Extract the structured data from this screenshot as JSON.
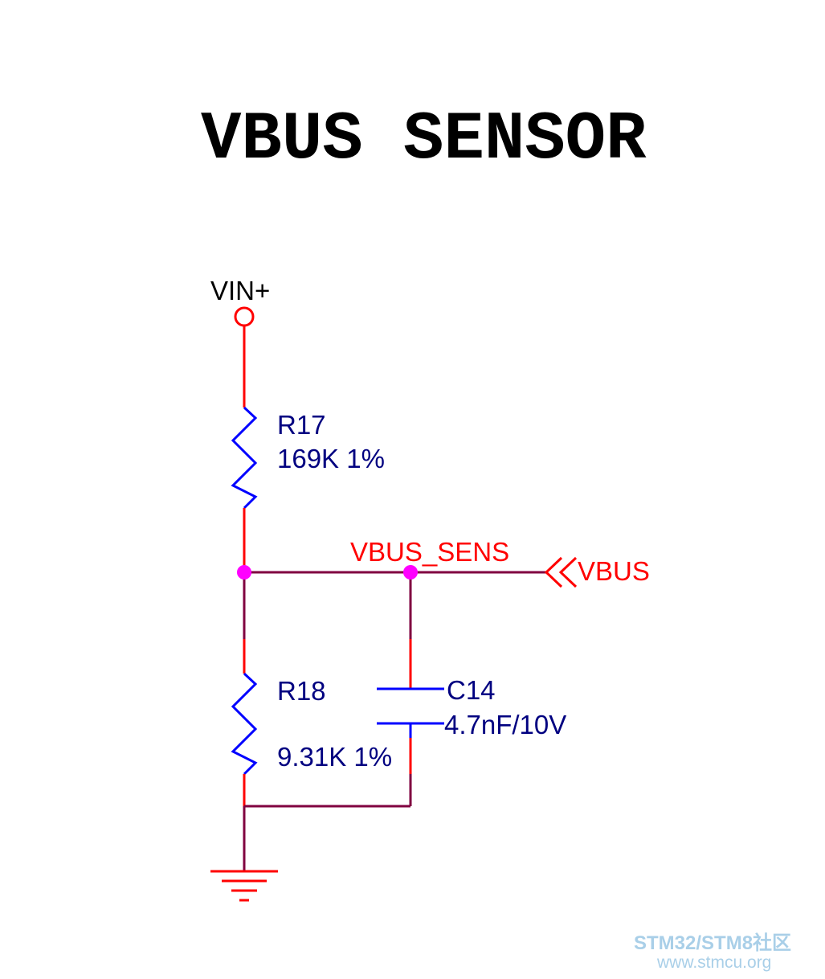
{
  "title": "VBUS SENSOR",
  "power": {
    "label": "VIN+"
  },
  "net": {
    "label": "VBUS_SENS"
  },
  "port": {
    "label": "VBUS"
  },
  "components": {
    "r17": {
      "designator": "R17",
      "value": "169K 1%"
    },
    "r18": {
      "designator": "R18",
      "value": "9.31K 1%"
    },
    "c14": {
      "designator": "C14",
      "value": "4.7nF/10V"
    }
  },
  "watermark": {
    "part1": "STM32",
    "part2": "/STM8",
    "part3": "社区",
    "url": "www.stmcu.org"
  },
  "colors": {
    "pin": "#ff0000",
    "wire": "#800040",
    "body": "#0000ff",
    "junction": "#ff00ff",
    "text_navy": "#000080",
    "text_red": "#ff0000",
    "watermark": "#a9cfe8"
  }
}
